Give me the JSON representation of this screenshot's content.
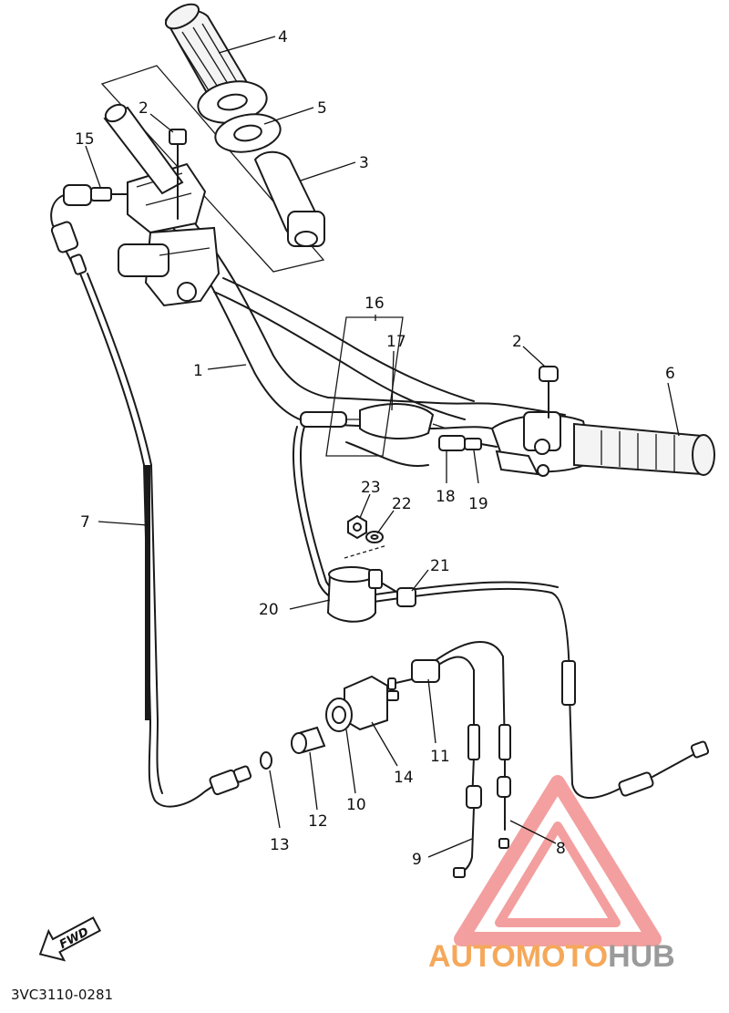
{
  "callouts": {
    "c1": "1",
    "c2a": "2",
    "c2b": "2",
    "c3": "3",
    "c4": "4",
    "c5": "5",
    "c6": "6",
    "c7": "7",
    "c8": "8",
    "c9": "9",
    "c10": "10",
    "c11": "11",
    "c12": "12",
    "c13": "13",
    "c14": "14",
    "c15": "15",
    "c16": "16",
    "c17": "17",
    "c18": "18",
    "c19": "19",
    "c20": "20",
    "c21": "21",
    "c22": "22",
    "c23": "23"
  },
  "fwd_label": "FWD",
  "diagram_code": "3VC3110-0281",
  "watermark": {
    "word_a": "AUTOMOTO",
    "word_b": "HUB",
    "color_a": "#f5a85a",
    "color_b": "#9a9a9a",
    "triangle_color": "#f08080"
  }
}
